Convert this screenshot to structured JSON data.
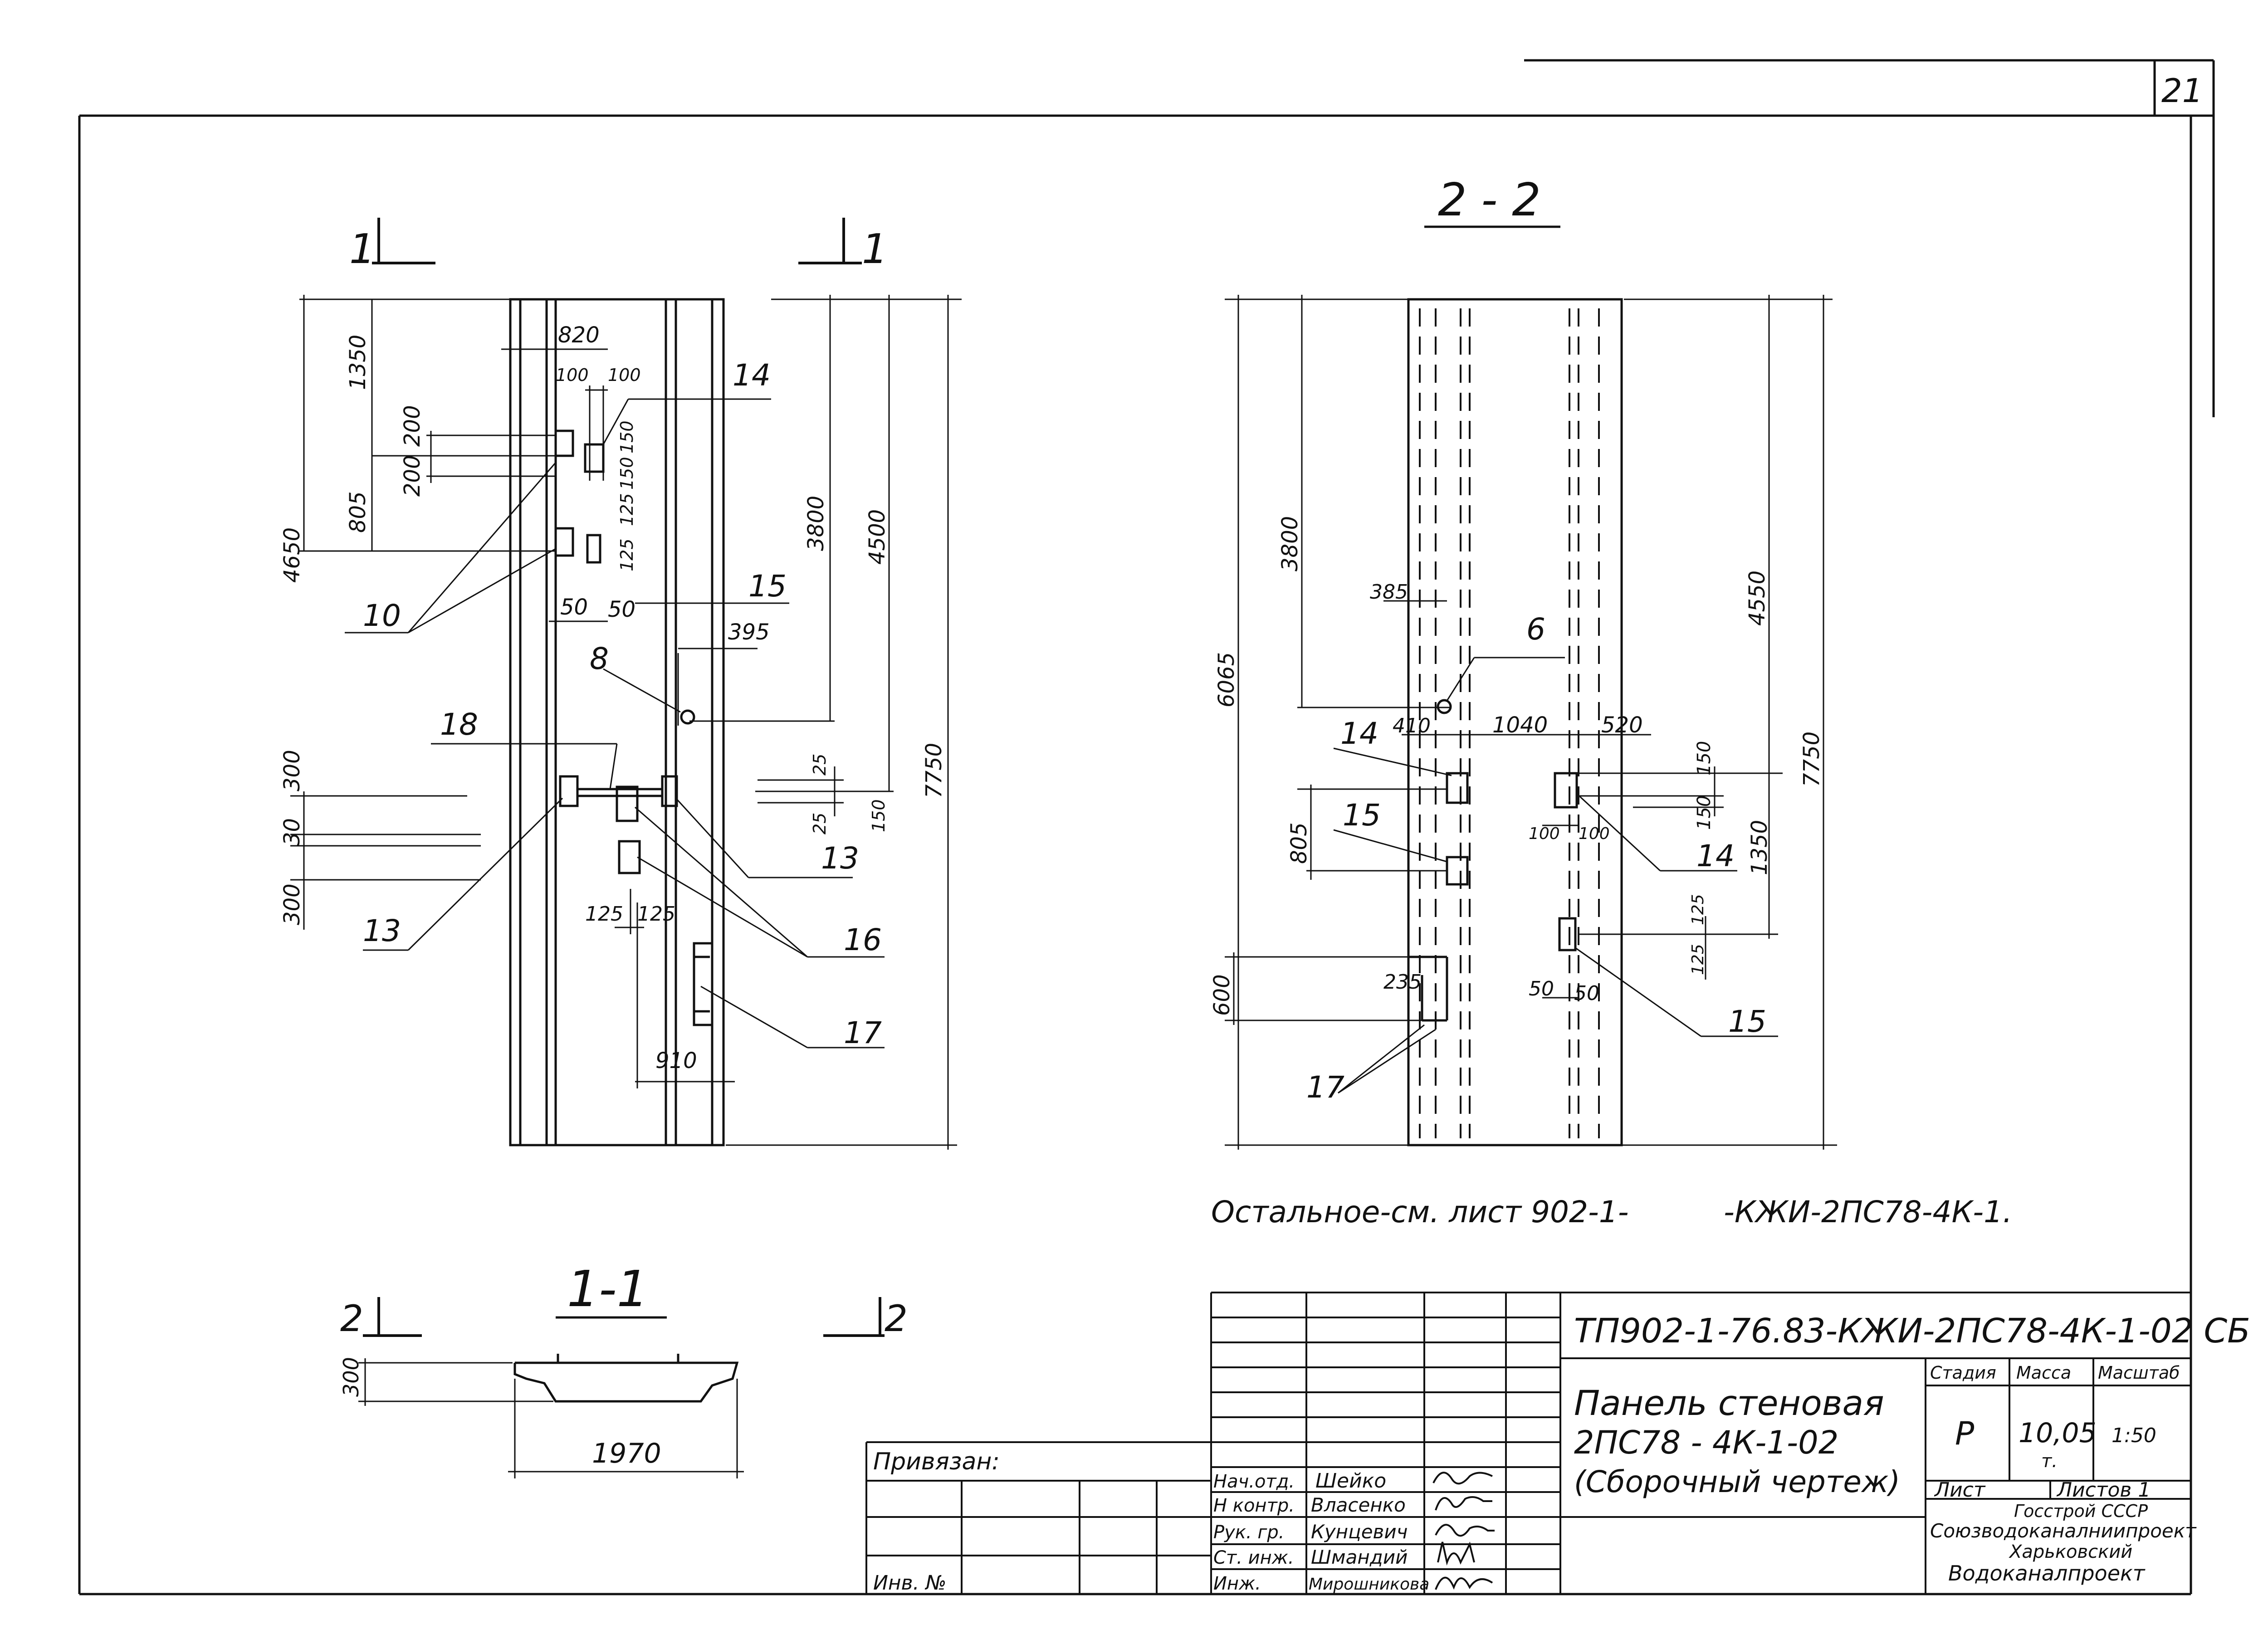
{
  "sheet": {
    "number": "21",
    "note_left": "Остальное-см. лист 902-1-",
    "note_right": "-КЖИ-2ПС78-4К-1."
  },
  "view_left": {
    "cut_label_left": "1",
    "cut_label_right": "1",
    "dims": {
      "d4650": "4650",
      "d1350": "1350",
      "d805": "805",
      "d200a": "200",
      "d200b": "200",
      "d820": "820",
      "d100a": "100",
      "d100b": "100",
      "d150a": "150",
      "d150b": "150",
      "d125a": "125",
      "d125b": "125",
      "d50a": "50",
      "d50b": "50",
      "d3800": "3800",
      "d4500": "4500",
      "d7750": "7750",
      "d395": "395",
      "d300a": "300",
      "d30": "30",
      "d300b": "300",
      "d25a": "25",
      "d25b": "25",
      "d150c": "150",
      "d125c": "125",
      "d125d": "125",
      "d910": "910"
    },
    "callouts": {
      "c14": "14",
      "c10": "10",
      "c15": "15",
      "c8": "8",
      "c18": "18",
      "c13a": "13",
      "c13b": "13",
      "c16": "16",
      "c17": "17"
    }
  },
  "view_section": {
    "title": "2 - 2",
    "dims": {
      "d3800": "3800",
      "d6065": "6065",
      "d385": "385",
      "d410": "410",
      "d1040": "1040",
      "d520": "520",
      "d805": "805",
      "d600": "600",
      "d235": "235",
      "d4550": "4550",
      "d7750": "7750",
      "d150a": "150",
      "d150b": "150",
      "d1350": "1350",
      "d100a": "100",
      "d100b": "100",
      "d125a": "125",
      "d125b": "125",
      "d50a": "50",
      "d50b": "50"
    },
    "callouts": {
      "c6": "6",
      "c14a": "14",
      "c15a": "15",
      "c14b": "14",
      "c15b": "15",
      "c17": "17"
    }
  },
  "view_bottom": {
    "title": "1-1",
    "cut_label_left": "2",
    "cut_label_right": "2",
    "d300": "300",
    "d1970": "1970"
  },
  "title_block": {
    "code": "ТП902-1-76.83-КЖИ-2ПС78-4К-1-02 СБ",
    "name_line1": "Панель стеновая",
    "name_line2": "2ПС78 - 4К-1-02",
    "name_line3": "(Сборочный чертеж)",
    "col_stage": "Стадия",
    "col_mass": "Масса",
    "col_scale": "Масштаб",
    "stage": "Р",
    "mass": "10,05",
    "mass_unit": "т.",
    "scale": "1:50",
    "sheet_label": "Лист",
    "sheets_label": "Листов 1",
    "org_line1": "Госстрой СССР",
    "org_line2": "Союзводоканалниипроект",
    "org_line3": "Харьковский",
    "org_line4": "Водоканалпроект",
    "bound_label": "Привязан:",
    "inv_label": "Инв. №",
    "signatures": [
      {
        "role": "Нач.отд.",
        "name": "Шейко"
      },
      {
        "role": "Н контр.",
        "name": "Власенко"
      },
      {
        "role": "Рук. гр.",
        "name": "Кунцевич"
      },
      {
        "role": "Ст. инж.",
        "name": "Шмандий"
      },
      {
        "role": "Инж.",
        "name": "Мирошникова"
      }
    ]
  }
}
